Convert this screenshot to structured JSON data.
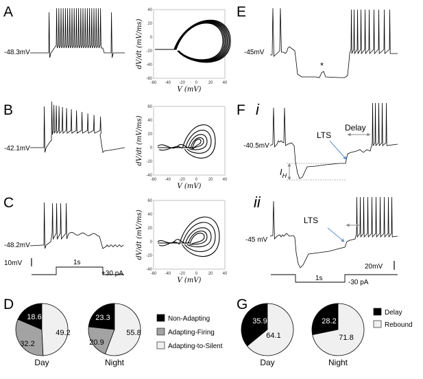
{
  "panels": {
    "A": {
      "letter": "A",
      "rest_label": "-48.3mV",
      "phase_plot": {
        "xlabel": "V (mV)",
        "ylabel": "dV/dt (mV/ms)",
        "xticks": [
          "-60",
          "-40",
          "-20",
          "0",
          "20",
          "40"
        ],
        "yticks": [
          "40",
          "20",
          "0",
          "-20",
          "-40",
          "-60"
        ]
      }
    },
    "B": {
      "letter": "B",
      "rest_label": "-42.1mV",
      "phase_plot": {
        "xlabel": "V (mV)",
        "ylabel": "dV/dt (mV/ms)",
        "xticks": [
          "-60",
          "-40",
          "-20",
          "0",
          "20",
          "40"
        ],
        "yticks": [
          "60",
          "40",
          "20",
          "0",
          "-20",
          "-40"
        ]
      }
    },
    "C": {
      "letter": "C",
      "rest_label": "-48.2mV",
      "scale_v": "10mV",
      "scale_t": "1s",
      "stim": "+30 pA",
      "phase_plot": {
        "xlabel": "V (mV)",
        "ylabel": "dV/dt (mV/ms)",
        "xticks": [
          "-60",
          "-40",
          "-20",
          "0",
          "20",
          "40"
        ],
        "yticks": [
          "60",
          "40",
          "20",
          "0",
          "-20",
          "-40"
        ]
      }
    },
    "E": {
      "letter": "E",
      "rest_label": "-45mV",
      "asterisk": "*"
    },
    "F": {
      "letter": "F",
      "i": {
        "label": "i",
        "rest_label": "-40.5mV",
        "lts": "LTS",
        "delay": "Delay",
        "ih": "I",
        "ih_sub": "H"
      },
      "ii": {
        "label": "ii",
        "rest_label": "-45 mV",
        "lts": "LTS",
        "scale_v": "20mV",
        "scale_t": "1s",
        "stim": "-30 pA"
      }
    },
    "D": {
      "letter": "D"
    },
    "G": {
      "letter": "G"
    }
  },
  "chart_data": [
    {
      "type": "pie",
      "panel": "D",
      "title": "Day",
      "categories": [
        "Non-Adapting",
        "Adapting-Firing",
        "Adapting-to-Silent"
      ],
      "values": [
        18.6,
        32.2,
        49.2
      ],
      "colors": [
        "#000000",
        "#a3a3a3",
        "#f0f0f0"
      ]
    },
    {
      "type": "pie",
      "panel": "D",
      "title": "Night",
      "categories": [
        "Non-Adapting",
        "Adapting-Firing",
        "Adapting-to-Silent"
      ],
      "values": [
        23.3,
        20.9,
        55.8
      ],
      "colors": [
        "#000000",
        "#a3a3a3",
        "#f0f0f0"
      ]
    },
    {
      "type": "pie",
      "panel": "G",
      "title": "Day",
      "categories": [
        "Delay",
        "Rebound"
      ],
      "values": [
        35.9,
        64.1
      ],
      "colors": [
        "#000000",
        "#f0f0f0"
      ]
    },
    {
      "type": "pie",
      "panel": "G",
      "title": "Night",
      "categories": [
        "Delay",
        "Rebound"
      ],
      "values": [
        28.2,
        71.8
      ],
      "colors": [
        "#000000",
        "#f0f0f0"
      ]
    }
  ],
  "legends": {
    "D": [
      "Non-Adapting",
      "Adapting-Firing",
      "Adapting-to-Silent"
    ],
    "G": [
      "Delay",
      "Rebound"
    ]
  }
}
